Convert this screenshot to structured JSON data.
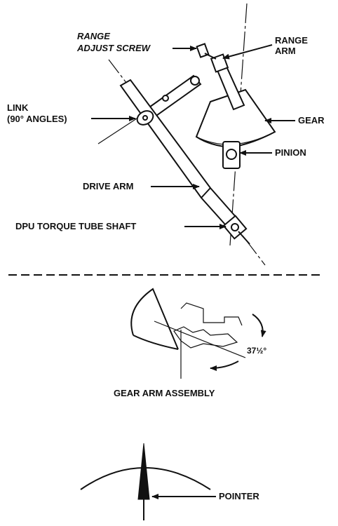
{
  "labels": {
    "range_adjust_screw_1": "RANGE",
    "range_adjust_screw_2": "ADJUST SCREW",
    "range_arm_1": "RANGE",
    "range_arm_2": "ARM",
    "link_1": "LINK",
    "link_2": "(90° ANGLES)",
    "gear": "GEAR",
    "pinion": "PINION",
    "drive_arm": "DRIVE ARM",
    "torque_tube": "DPU TORQUE TUBE SHAFT",
    "angle": "37½°",
    "gear_arm_assembly": "GEAR ARM ASSEMBLY",
    "pointer": "POINTER"
  }
}
